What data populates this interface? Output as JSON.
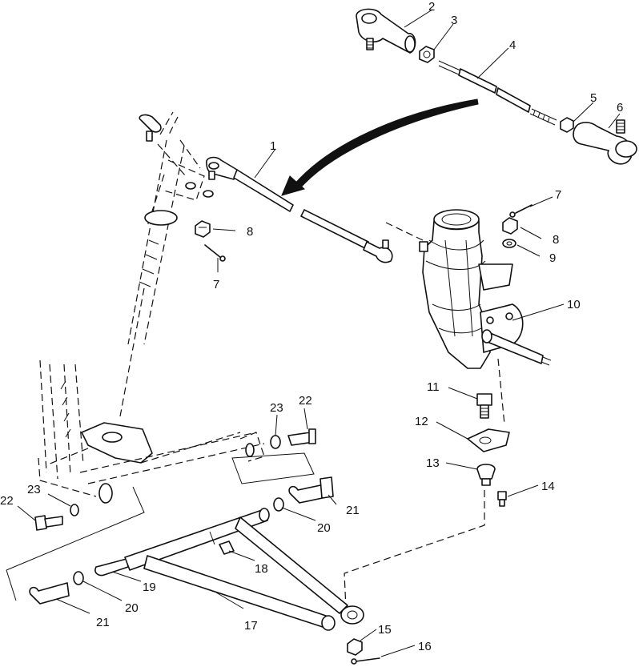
{
  "callouts": {
    "c1": "1",
    "c2": "2",
    "c3": "3",
    "c4": "4",
    "c5": "5",
    "c6": "6",
    "c7a": "7",
    "c7b": "7",
    "c8a": "8",
    "c8b": "8",
    "c9": "9",
    "c10": "10",
    "c11": "11",
    "c12": "12",
    "c13": "13",
    "c14": "14",
    "c15": "15",
    "c16": "16",
    "c17": "17",
    "c18": "18",
    "c19": "19",
    "c20a": "20",
    "c20b": "20",
    "c21a": "21",
    "c21b": "21",
    "c22a": "22",
    "c22b": "22",
    "c23a": "23",
    "c23b": "23"
  }
}
